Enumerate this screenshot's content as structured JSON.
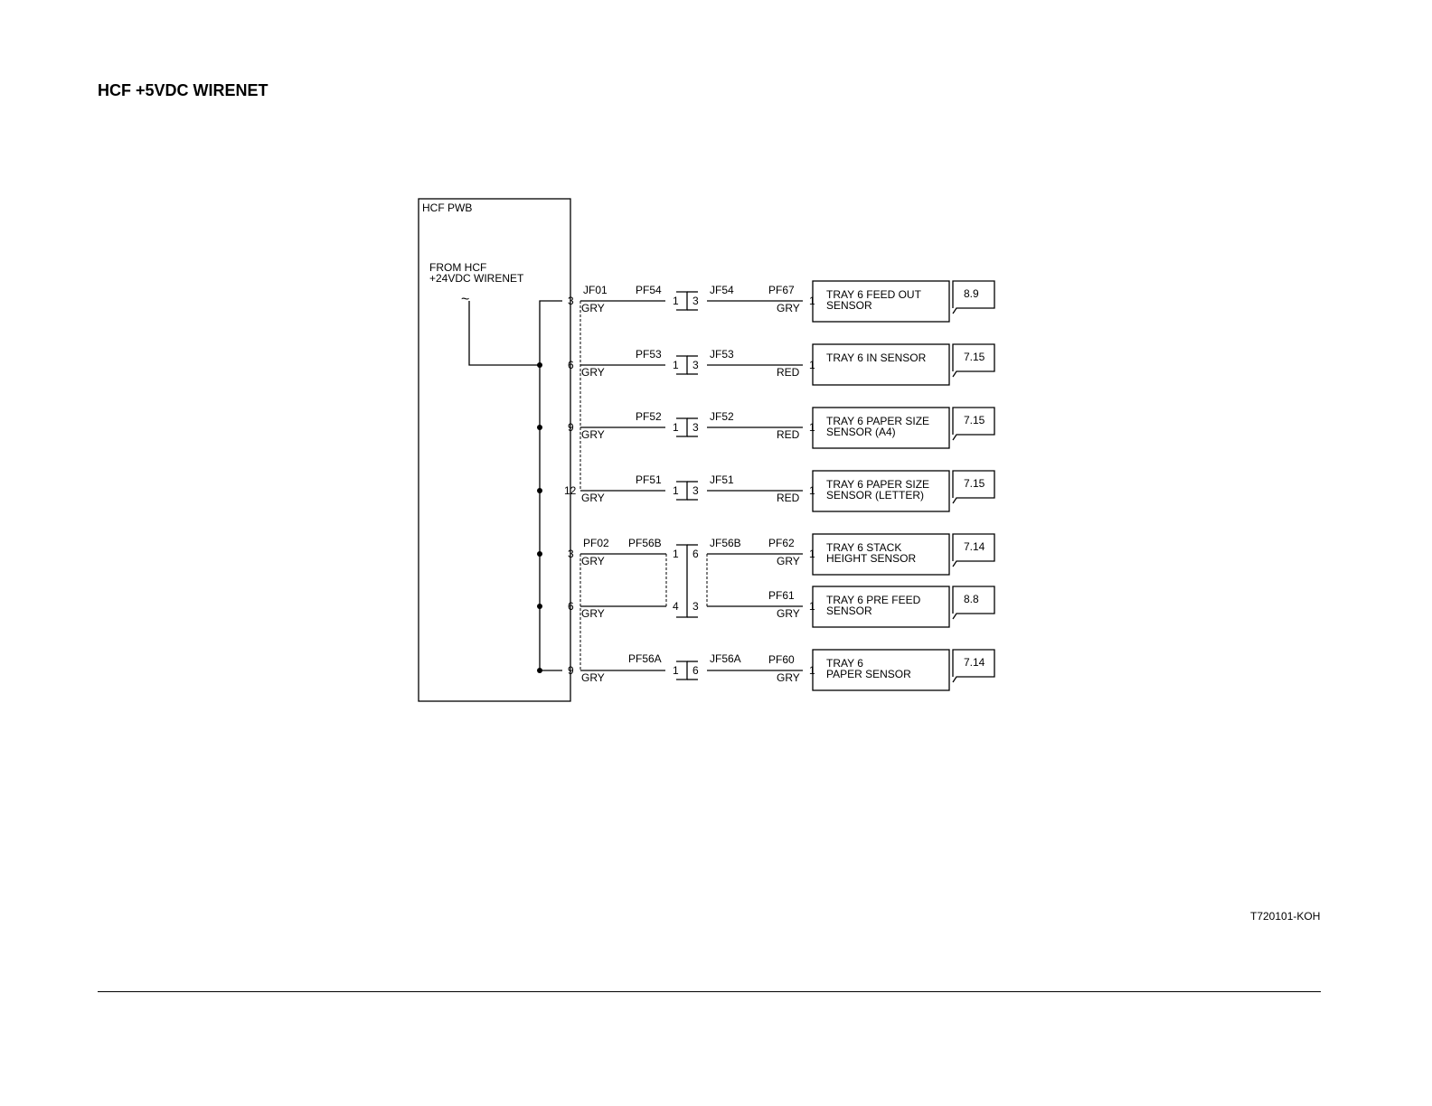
{
  "title": "HCF +5VDC WIRENET",
  "doc_id": "T720101-KOH",
  "pwb": {
    "label": "HCF PWB",
    "source_line1": "FROM HCF",
    "source_line2": "+24VDC WIRENET",
    "source_symbol": "~"
  },
  "connectors": {
    "jf01": "JF01",
    "pf02": "PF02",
    "pf56b": "PF56B",
    "jf56b": "JF56B",
    "pf56a": "PF56A",
    "jf56a": "JF56A"
  },
  "circuits": [
    {
      "pwb_pin": "3",
      "left_wire": "GRY",
      "plug": "PF54",
      "plug_pin": "1",
      "jack_pin": "3",
      "jack": "JF54",
      "sensor_conn": "PF67",
      "right_wire": "GRY",
      "sensor_pin": "1",
      "sensor_line1": "TRAY 6 FEED OUT",
      "sensor_line2": "SENSOR",
      "ref": "8.9"
    },
    {
      "pwb_pin": "6",
      "left_wire": "GRY",
      "plug": "PF53",
      "plug_pin": "1",
      "jack_pin": "3",
      "jack": "JF53",
      "sensor_conn": "",
      "right_wire": "RED",
      "sensor_pin": "1",
      "sensor_line1": "TRAY 6 IN SENSOR",
      "sensor_line2": "",
      "ref": "7.15"
    },
    {
      "pwb_pin": "9",
      "left_wire": "GRY",
      "plug": "PF52",
      "plug_pin": "1",
      "jack_pin": "3",
      "jack": "JF52",
      "sensor_conn": "",
      "right_wire": "RED",
      "sensor_pin": "1",
      "sensor_line1": "TRAY 6 PAPER SIZE",
      "sensor_line2": "SENSOR (A4)",
      "ref": "7.15"
    },
    {
      "pwb_pin": "12",
      "left_wire": "GRY",
      "plug": "PF51",
      "plug_pin": "1",
      "jack_pin": "3",
      "jack": "JF51",
      "sensor_conn": "",
      "right_wire": "RED",
      "sensor_pin": "1",
      "sensor_line1": "TRAY 6 PAPER SIZE",
      "sensor_line2": "SENSOR (LETTER)",
      "ref": "7.15"
    },
    {
      "pwb_pin": "3",
      "left_wire": "GRY",
      "plug": "",
      "plug_pin": "1",
      "jack_pin": "6",
      "jack": "",
      "sensor_conn": "PF62",
      "right_wire": "GRY",
      "sensor_pin": "1",
      "sensor_line1": "TRAY 6 STACK",
      "sensor_line2": "HEIGHT SENSOR",
      "ref": "7.14"
    },
    {
      "pwb_pin": "6",
      "left_wire": "GRY",
      "plug": "",
      "plug_pin": "4",
      "jack_pin": "3",
      "jack": "",
      "sensor_conn": "PF61",
      "right_wire": "GRY",
      "sensor_pin": "1",
      "sensor_line1": "TRAY 6 PRE FEED",
      "sensor_line2": "SENSOR",
      "ref": "8.8"
    },
    {
      "pwb_pin": "9",
      "left_wire": "GRY",
      "plug": "",
      "plug_pin": "1",
      "jack_pin": "6",
      "jack": "",
      "sensor_conn": "PF60",
      "right_wire": "GRY",
      "sensor_pin": "1",
      "sensor_line1": "TRAY 6",
      "sensor_line2": " PAPER SENSOR",
      "ref": "7.14"
    }
  ]
}
